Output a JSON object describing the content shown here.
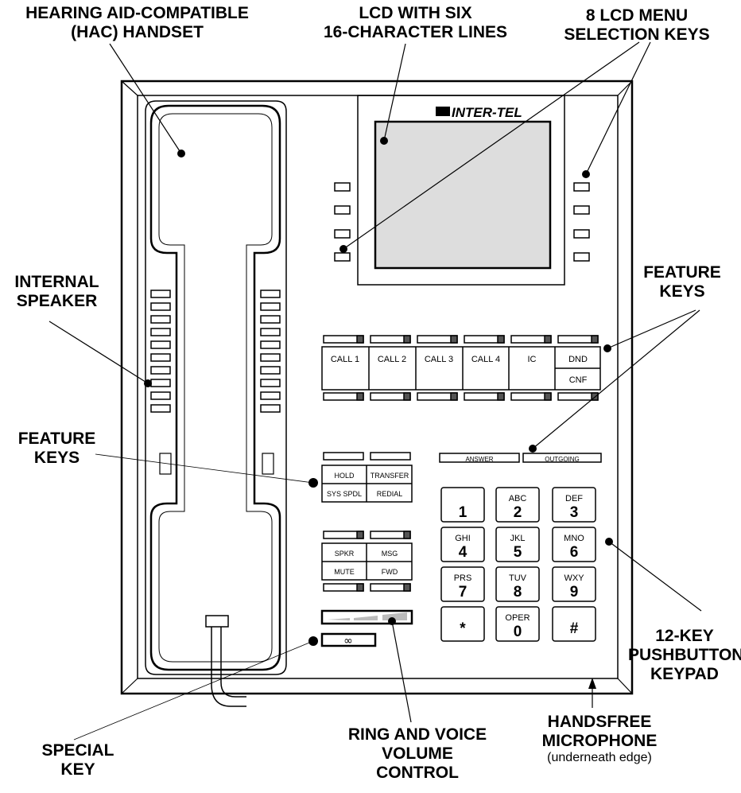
{
  "callouts": {
    "handset": [
      "HEARING AID-COMPATIBLE",
      "(HAC) HANDSET"
    ],
    "lcd": [
      "LCD WITH SIX",
      "16-CHARACTER LINES"
    ],
    "menu_keys": [
      "8 LCD MENU",
      "SELECTION KEYS"
    ],
    "internal_speaker": [
      "INTERNAL",
      "SPEAKER"
    ],
    "feature_keys_right": [
      "FEATURE",
      "KEYS"
    ],
    "feature_keys_left": [
      "FEATURE",
      "KEYS"
    ],
    "keypad": [
      "12-KEY",
      "PUSHBUTTON",
      "KEYPAD"
    ],
    "special_key": [
      "SPECIAL",
      "KEY"
    ],
    "volume": [
      "RING AND VOICE",
      "VOLUME",
      "CONTROL"
    ],
    "microphone": [
      "HANDSFREE",
      "MICROPHONE"
    ],
    "microphone_note": "(underneath edge)"
  },
  "brand": "INTER-TEL",
  "line_keys": [
    "CALL 1",
    "CALL 2",
    "CALL 3",
    "CALL 4",
    "IC",
    "DND"
  ],
  "line_key_extra": "CNF",
  "answer_keys": [
    "ANSWER",
    "OUTGOING"
  ],
  "hold_block": [
    "HOLD",
    "TRANSFER",
    "SYS SPDL",
    "REDIAL"
  ],
  "speaker_block": [
    "SPKR",
    "MSG",
    "MUTE",
    "FWD"
  ],
  "special_key_symbol": "∞",
  "keypad": [
    {
      "letters": "",
      "digit": "1"
    },
    {
      "letters": "ABC",
      "digit": "2"
    },
    {
      "letters": "DEF",
      "digit": "3"
    },
    {
      "letters": "GHI",
      "digit": "4"
    },
    {
      "letters": "JKL",
      "digit": "5"
    },
    {
      "letters": "MNO",
      "digit": "6"
    },
    {
      "letters": "PRS",
      "digit": "7"
    },
    {
      "letters": "TUV",
      "digit": "8"
    },
    {
      "letters": "WXY",
      "digit": "9"
    },
    {
      "letters": "",
      "digit": "*"
    },
    {
      "letters": "OPER",
      "digit": "0"
    },
    {
      "letters": "",
      "digit": "#"
    }
  ]
}
